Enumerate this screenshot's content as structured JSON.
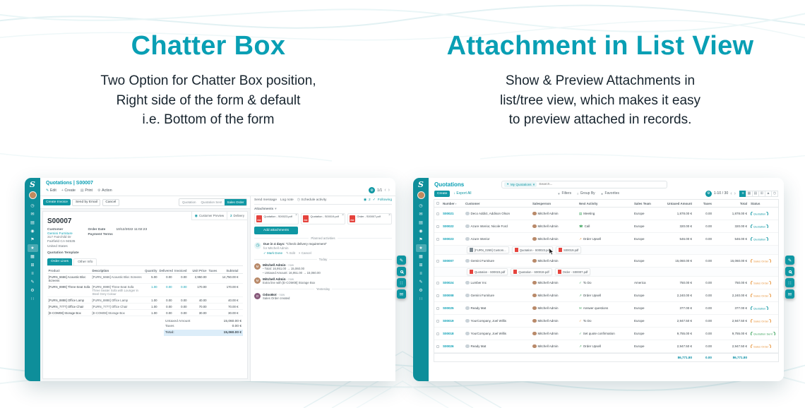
{
  "hero_left": {
    "title": "Chatter Box",
    "lines": [
      "Two Option for Chatter Box position,",
      "Right side of the form & default",
      "i.e. Bottom of the form"
    ]
  },
  "hero_right": {
    "title": "Attachment in List View",
    "lines": [
      "Show & Preview Attachments in",
      "list/tree view, which makes it easy",
      "to preview attached in records."
    ]
  },
  "colors": {
    "brand_teal": "#099fb4",
    "sidebar_teal": "#0e8e9a",
    "pdf_red": "#e5433d",
    "badge_orange": "#e8963e",
    "badge_green": "#3aa35b"
  },
  "icons": {
    "close": "×",
    "prev": "‹",
    "next": "›",
    "caret_down": "▾",
    "check": "✓",
    "pencil": "✎",
    "gear": "⚙",
    "clock": "◷",
    "person": "◉",
    "funnel": "▼",
    "download": "↓",
    "pdf": "PDF"
  },
  "sidebar": {
    "logo": "S",
    "icons": [
      {
        "name": "clock-icon",
        "glyph": "◷"
      },
      {
        "name": "discuss-icon",
        "glyph": "✉"
      },
      {
        "name": "calendar-icon",
        "glyph": "▤"
      },
      {
        "name": "contacts-icon",
        "glyph": "◉"
      },
      {
        "name": "crm-icon",
        "glyph": "⚑"
      },
      {
        "name": "sales-icon",
        "glyph": "★",
        "active": true
      },
      {
        "name": "dashboard-icon",
        "glyph": "▦"
      },
      {
        "name": "inventory-icon",
        "glyph": "⊞"
      },
      {
        "name": "invoicing-icon",
        "glyph": "≡"
      },
      {
        "name": "notes-icon",
        "glyph": "✎"
      },
      {
        "name": "settings-icon",
        "glyph": "⚙"
      },
      {
        "name": "apps-icon",
        "glyph": "∷"
      }
    ]
  },
  "quickbar": [
    {
      "name": "edit-tool-button",
      "glyph": "✎"
    },
    {
      "name": "search-tool-button",
      "glyph": ""
    },
    {
      "name": "grid-tool-button",
      "glyph": "∷"
    },
    {
      "name": "chat-tool-button",
      "glyph": "✉"
    }
  ],
  "chatter_app": {
    "breadcrumb": "Quotations | S00007",
    "actions": [
      {
        "icon": "✎",
        "label": "Edit"
      },
      {
        "icon": "+",
        "label": "Create"
      },
      {
        "icon": "▤",
        "label": "Print"
      },
      {
        "icon": "⚙",
        "label": "Action"
      }
    ],
    "pager": "1/1",
    "buttons": {
      "primary": "Create Invoice",
      "email": "Send by Email",
      "cancel": "Cancel"
    },
    "steps": [
      "Quotation",
      "Quotation Sent",
      "Sales Order"
    ],
    "smart": {
      "preview_label": "Customer Preview",
      "delivery_count": "2",
      "delivery_label": "Delivery"
    },
    "record_name": "S00007",
    "fields": {
      "customer_label": "Customer",
      "customer_name": "Gemini Furniture",
      "address": [
        "317 Fairchild Dr",
        "Fairfield CA 94535",
        "United States"
      ],
      "order_date_label": "Order Date",
      "order_date": "10/12/2022 11:02:23",
      "payment_terms_label": "Payment Terms",
      "template_label": "Quotation Template"
    },
    "tabs": [
      "Order Lines",
      "Other Info"
    ],
    "table": {
      "headers": [
        "Product",
        "Description",
        "Quantity",
        "Delivered",
        "Invoiced",
        "Unit Price",
        "Taxes",
        "Subtotal"
      ],
      "rows": [
        {
          "product": "[FURN_6666] Acoustic Bloc Screens",
          "description": "[FURN_6666] Acoustic Bloc Screens",
          "qty": "5.00",
          "delivered": "0.00",
          "invoiced": "0.00",
          "price": "2,950.00",
          "taxes": "",
          "subtotal": "14,750.00 €"
        },
        {
          "product": "[FURN_8999] Three-Seat Sofa",
          "description": "[FURN_8999] Three-Seat Sofa",
          "description2": "Three Seater Sofa with Lounger in Steel Grey Colour",
          "qty": "1.00",
          "accent": true,
          "delivered": "0.00",
          "invoiced": "0.00",
          "price": "170.00",
          "taxes": "",
          "subtotal": "170.00 €"
        },
        {
          "product": "[FURN_8888] Office Lamp",
          "description": "[FURN_8888] Office Lamp",
          "qty": "1.00",
          "delivered": "0.00",
          "invoiced": "0.00",
          "price": "40.00",
          "taxes": "",
          "subtotal": "40.00 €"
        },
        {
          "product": "[FURN_7777] Office Chair",
          "description": "[FURN_7777] Office Chair",
          "qty": "1.00",
          "delivered": "0.00",
          "invoiced": "0.00",
          "price": "70.00",
          "taxes": "",
          "subtotal": "70.00 €"
        },
        {
          "product": "[E-COM08] Storage Box",
          "description": "[E-COM08] Storage Box",
          "qty": "1.00",
          "delivered": "0.00",
          "invoiced": "0.00",
          "price": "30.00",
          "taxes": "",
          "subtotal": "30.00 €"
        }
      ]
    },
    "totals": {
      "untaxed_label": "Untaxed Amount",
      "untaxed": "15,060.00 €",
      "taxes_label": "Taxes",
      "taxes": "0.00 €",
      "total_label": "Total:",
      "total": "15,060.00 €"
    },
    "chatter": {
      "tabs": [
        "Send message",
        "Log note",
        "Schedule activity"
      ],
      "follower_count": "2",
      "following_label": "Following",
      "attachments_label": "Attachments",
      "attachments": [
        "Quotation - S00023.pdf",
        "Quotation - S00019.pdf",
        "Order - S00007.pdf"
      ],
      "add_attachments_label": "Add attachments",
      "planned_label": "Planned activities",
      "activity": {
        "due": "Due in 4 days:",
        "title": "\"Check delivery requirement\"",
        "assignee": "for Mitchell Admin",
        "mark_done": "Mark Done",
        "edit": "Edit",
        "cancel": "Cancel"
      },
      "groups": [
        {
          "divider": "Today",
          "messages": [
            {
              "author": "Mitchell Admin",
              "initial": "M",
              "time": "- now",
              "lines": [
                "Total: 16,951.00 → 15,060.00",
                "Untaxed Amount: 16,951.00 → 15,060.00"
              ]
            },
            {
              "author": "Mitchell Admin",
              "initial": "M",
              "time": "- now",
              "lines": [
                "Extra line with [E-COM08] Storage Box"
              ]
            }
          ]
        },
        {
          "divider": "Yesterday",
          "messages": [
            {
              "author": "OdooBot",
              "initial": "O",
              "time": "- now",
              "lines": [
                "Sales Order created"
              ]
            }
          ]
        }
      ]
    }
  },
  "list_app": {
    "title": "Quotations",
    "search": {
      "chip": "My Quotations",
      "placeholder": "Search..."
    },
    "create_label": "Create",
    "export_label": "Export All",
    "filter_bar": [
      {
        "icon": "▼",
        "label": "Filters"
      },
      {
        "icon": "≡",
        "label": "Group By"
      },
      {
        "icon": "★",
        "label": "Favorites"
      }
    ],
    "pager": "1-10 / 30",
    "view_icons": [
      {
        "glyph": "≡",
        "active": true
      },
      {
        "glyph": "▦"
      },
      {
        "glyph": "▤"
      },
      {
        "glyph": "⊞"
      },
      {
        "glyph": "▲"
      },
      {
        "glyph": "◷"
      }
    ],
    "table": {
      "headers": [
        "Number",
        "Customer",
        "Salesperson",
        "Next Activity",
        "Sales Team",
        "Untaxed Amount",
        "Taxes",
        "Total",
        "Status"
      ],
      "rows": [
        {
          "number": "S00021",
          "customer": "Deco Addict, Addison Olson",
          "salesperson": "Mitchell Admin",
          "activity_icon": "▤",
          "activity_color": "#3aa35b",
          "activity": "Meeting",
          "team": "Europe",
          "untaxed": "1,878.00 €",
          "taxes": "0.00",
          "total": "1,878.00 €",
          "status": "Quotation",
          "status_color": "teal"
        },
        {
          "number": "S00022",
          "customer": "Azure Interior, Nicole Ford",
          "salesperson": "Mitchell Admin",
          "activity_icon": "☎",
          "activity_color": "#3aa35b",
          "activity": "Call",
          "team": "Europe",
          "untaxed": "320.00 €",
          "taxes": "0.00",
          "total": "320.00 €",
          "status": "Quotation",
          "status_color": "teal"
        },
        {
          "number": "S00023",
          "customer": "Azure Interior",
          "salesperson": "Mitchell Admin",
          "activity_icon": "↗",
          "activity_color": "#e8963e",
          "activity": "Order Upsell",
          "team": "Europe",
          "untaxed": "546.00 €",
          "taxes": "0.00",
          "total": "546.00 €",
          "status": "Quotation",
          "status_color": "teal",
          "attachments": [
            {
              "kind": "img",
              "name": "[FURN_0269] Custom..."
            },
            {
              "kind": "pdf",
              "name": "Quotation - S00023.pdf"
            },
            {
              "kind": "pdf",
              "name": "S00019.pdf"
            }
          ]
        },
        {
          "number": "S00007",
          "customer": "Gemini Furniture",
          "salesperson": "Mitchell Admin",
          "activity_icon": "",
          "activity_color": "",
          "activity": "",
          "team": "Europe",
          "untaxed": "15,060.00 €",
          "taxes": "0.00",
          "total": "15,060.00 €",
          "status": "Sales Order",
          "status_color": "orange",
          "attachments": [
            {
              "kind": "pdf",
              "name": "Quotation - S00023.pdf"
            },
            {
              "kind": "pdf",
              "name": "Quotation - S00019.pdf"
            },
            {
              "kind": "pdf",
              "name": "Order - S00007.pdf"
            }
          ]
        },
        {
          "number": "S00024",
          "customer": "Lumber Inc",
          "salesperson": "Mitchell Admin",
          "activity_icon": "✓",
          "activity_color": "#3aa35b",
          "activity": "To Do",
          "team": "America",
          "untaxed": "750.00 €",
          "taxes": "0.00",
          "total": "750.00 €",
          "status": "Sales Order",
          "status_color": "orange"
        },
        {
          "number": "S00008",
          "customer": "Gemini Furniture",
          "salesperson": "Mitchell Admin",
          "activity_icon": "↗",
          "activity_color": "#3aa35b",
          "activity": "Order Upsell",
          "team": "Europe",
          "untaxed": "2,240.00 €",
          "taxes": "0.00",
          "total": "2,240.00 €",
          "status": "Sales Order",
          "status_color": "orange"
        },
        {
          "number": "S00025",
          "customer": "Ready Mat",
          "salesperson": "Mitchell Admin",
          "activity_icon": "✉",
          "activity_color": "#3aa35b",
          "activity": "Answer questions",
          "team": "Europe",
          "untaxed": "377.00 €",
          "taxes": "0.00",
          "total": "377.00 €",
          "status": "Quotation",
          "status_color": "teal"
        },
        {
          "number": "S00019",
          "customer": "YourCompany, Joel Willis",
          "salesperson": "Mitchell Admin",
          "activity_icon": "✓",
          "activity_color": "#e8963e",
          "activity": "To Do",
          "team": "Europe",
          "untaxed": "2,947.50 €",
          "taxes": "0.00",
          "total": "2,947.50 €",
          "status": "Sales Order",
          "status_color": "orange"
        },
        {
          "number": "S00018",
          "customer": "YourCompany, Joel Willis",
          "salesperson": "Mitchell Admin",
          "activity_icon": "✓",
          "activity_color": "#3aa35b",
          "activity": "Set quote confirmation",
          "team": "Europe",
          "untaxed": "9,755.00 €",
          "taxes": "0.00",
          "total": "9,755.00 €",
          "status": "Quotation Sent",
          "status_color": "green"
        },
        {
          "number": "S00026",
          "customer": "Ready Mat",
          "salesperson": "Mitchell Admin",
          "activity_icon": "↗",
          "activity_color": "#3aa35b",
          "activity": "Order Upsell",
          "team": "Europe",
          "untaxed": "2,947.50 €",
          "taxes": "0.00",
          "total": "2,947.50 €",
          "status": "Sales Order",
          "status_color": "orange"
        }
      ],
      "footer": {
        "untaxed": "86,771.80",
        "taxes": "0.00",
        "total": "86,771.80"
      }
    }
  }
}
